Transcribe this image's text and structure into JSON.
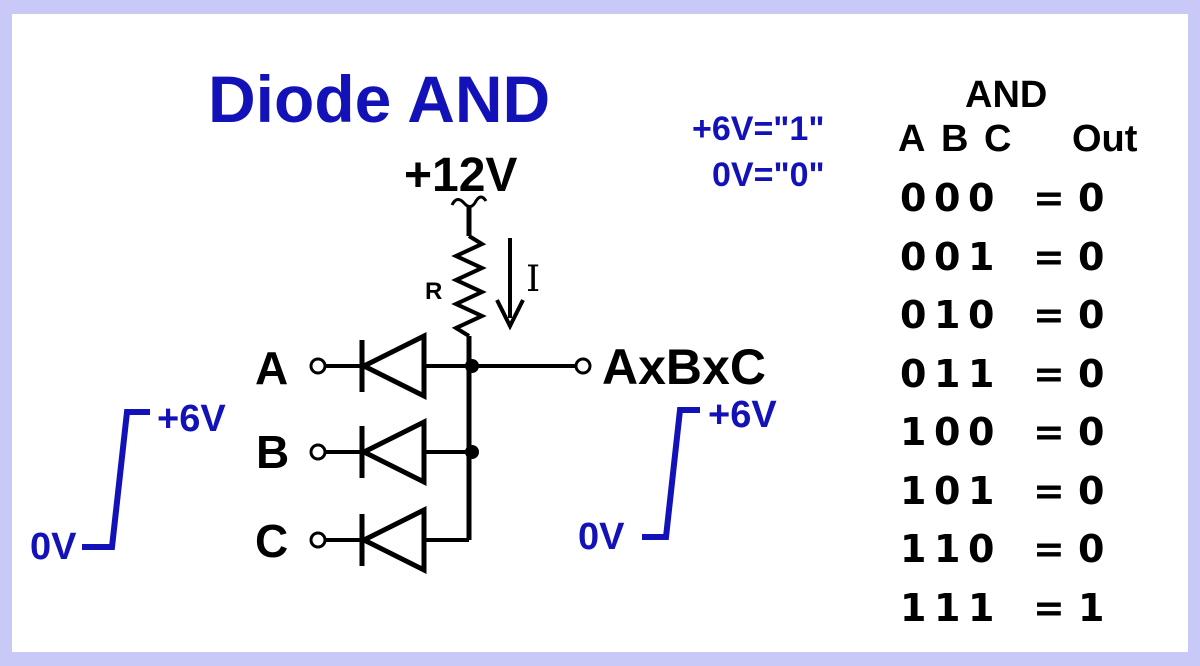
{
  "title": "Diode AND",
  "supply": "+12V",
  "resistor_label": "R",
  "current_label": "I",
  "inputs": [
    "A",
    "B",
    "C"
  ],
  "output_label": "AxBxC",
  "levels": {
    "one": "+6V=\"1\"",
    "zero": "0V=\"0\""
  },
  "waveform_left": {
    "high": "+6V",
    "low": "0V"
  },
  "waveform_right": {
    "high": "+6V",
    "low": "0V"
  },
  "truth_table": {
    "title": "AND",
    "headers": [
      "A",
      "B",
      "C",
      "Out"
    ],
    "equals": "=",
    "rows": [
      [
        "0",
        "0",
        "0",
        "0"
      ],
      [
        "0",
        "0",
        "1",
        "0"
      ],
      [
        "0",
        "1",
        "0",
        "0"
      ],
      [
        "0",
        "1",
        "1",
        "0"
      ],
      [
        "1",
        "0",
        "0",
        "0"
      ],
      [
        "1",
        "0",
        "1",
        "0"
      ],
      [
        "1",
        "1",
        "0",
        "0"
      ],
      [
        "1",
        "1",
        "1",
        "1"
      ]
    ]
  },
  "colors": {
    "accent": "#1212b8",
    "border": "#c9c9f7",
    "ink": "#000000"
  }
}
